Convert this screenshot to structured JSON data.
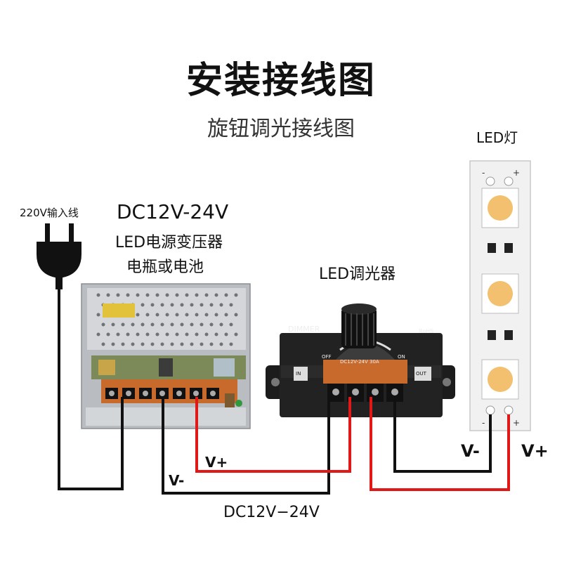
{
  "title": "安装接线图",
  "subtitle": "旋钮调光接线图",
  "led_strip_label": "LED灯",
  "input_label": "220V输入线",
  "psu": {
    "voltage": "DC12V-24V",
    "line1": "LED电源变压器",
    "line2": "电瓶或电池"
  },
  "dimmer": {
    "label": "LED调光器",
    "face_brand": "DIMMER",
    "face_rating": "DC12V-24V 30A",
    "face_off": "OFF",
    "face_on": "ON",
    "face_in": "IN",
    "face_out": "OUT",
    "face_rohs": "RoHS"
  },
  "wires": {
    "v_plus_left": "V+",
    "v_minus_left": "V-",
    "bottom_voltage": "DC12V−24V",
    "v_minus_right": "V-",
    "v_plus_right": "V+"
  },
  "strip_marks": {
    "top_minus": "-",
    "top_plus": "+",
    "bottom_minus": "-",
    "bottom_plus": "+"
  },
  "colors": {
    "wire_red": "#e01818",
    "wire_black": "#111111",
    "led_chip": "#f2c06e",
    "dimmer_body": "#1c1c1c",
    "terminal_orange": "#c86a2c"
  }
}
